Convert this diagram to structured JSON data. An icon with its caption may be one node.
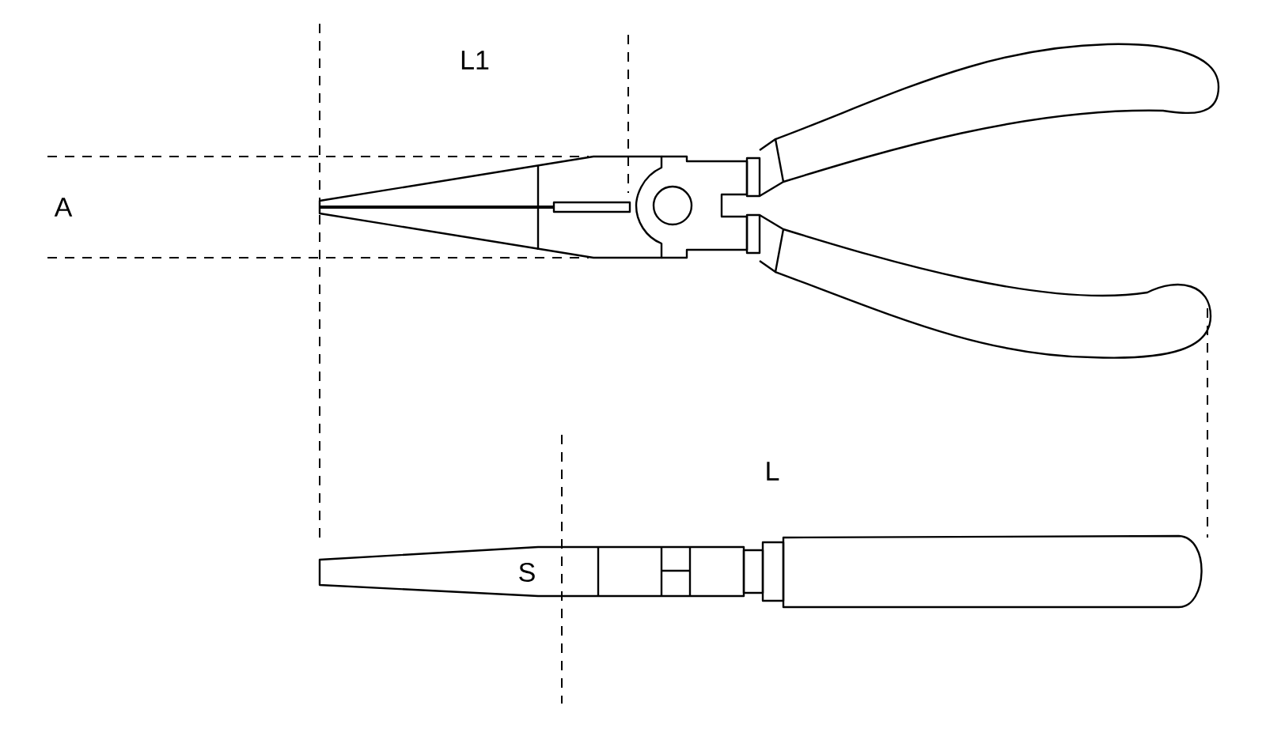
{
  "diagram": {
    "labels": [
      "L1",
      "A",
      "L",
      "S"
    ]
  }
}
